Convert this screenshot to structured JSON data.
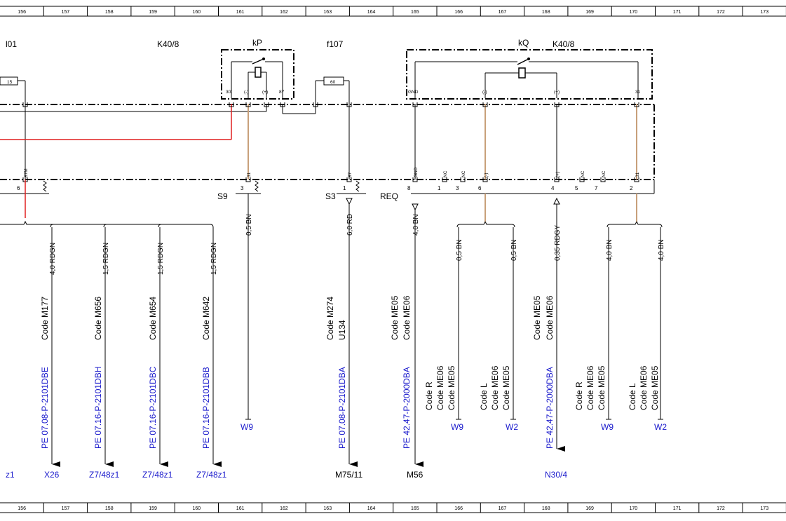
{
  "ruler": {
    "numbers": [
      "156",
      "157",
      "158",
      "159",
      "160",
      "161",
      "162",
      "163",
      "164",
      "165",
      "166",
      "167",
      "168",
      "169",
      "170",
      "171",
      "172",
      "173"
    ]
  },
  "components": {
    "left_label": "l01",
    "k40_left": "K40/8",
    "kp": "kP",
    "f107": "f107",
    "kq": "kQ",
    "k40_right": "K40/8",
    "fuse_left_value": "15",
    "fuse_f107_value": "60",
    "S9": "S9",
    "S3": "S3",
    "REQ": "REQ"
  },
  "relay_kp_pins": [
    "30t",
    "(-)",
    "(+)",
    "87"
  ],
  "relay_kq_pins": [
    "GND",
    "(-)",
    "(+)",
    "31"
  ],
  "connector_pins": [
    "87M",
    "31",
    "87",
    "GND",
    "NC",
    "NC",
    "(-)",
    "(+)",
    "NC",
    "NC",
    "31"
  ],
  "connector_numbers": [
    "6",
    "3",
    "1",
    "8",
    "1",
    "3",
    "6",
    "4",
    "5",
    "7",
    "2"
  ],
  "wires": [
    "4,0 RDGN",
    "1,5 RDGN",
    "1,5 RDGN",
    "1,5 RDGN",
    "0,5 BN",
    "6,0 RD",
    "4,0 BN",
    "0,5 BN",
    "0,5 BN",
    "0,35 RDGY",
    "4,0 BN",
    "4,0 BN"
  ],
  "code_groups": [
    [
      "Code M177"
    ],
    [
      "Code M656"
    ],
    [
      "Code M654"
    ],
    [
      "Code M642"
    ],
    [
      "Code M274",
      "U134"
    ],
    [
      "Code ME05",
      "Code ME06"
    ],
    [
      "Code R",
      "Code ME06",
      "Code ME05"
    ],
    [
      "Code L",
      "Code ME06",
      "Code ME05"
    ],
    [
      "Code ME05",
      "Code ME06"
    ],
    [
      "Code R",
      "Code ME06",
      "Code ME05"
    ],
    [
      "Code L",
      "Code ME06",
      "Code ME05"
    ]
  ],
  "pe_refs": [
    "PE 07.08-P-2101DBE",
    "PE 07.16-P-2101DBH",
    "PE 07.16-P-2101DBC",
    "PE 07.16-P-2101DBB",
    "PE 07.08-P-2101DBA",
    "PE 42.47-P-2000DBA",
    "PE 42.47-P-2000DBA"
  ],
  "ground_refs": [
    "W9",
    "W9",
    "W2",
    "W9",
    "W2"
  ],
  "destinations": [
    "z1",
    "X26",
    "Z7/48z1",
    "Z7/48z1",
    "Z7/48z1",
    "M75/11",
    "M56",
    "N30/4"
  ],
  "colors": {
    "wire_red": "#e02020",
    "wire_tan": "#c8a07a",
    "link_blue": "#1a1acc",
    "ink": "#000000"
  }
}
